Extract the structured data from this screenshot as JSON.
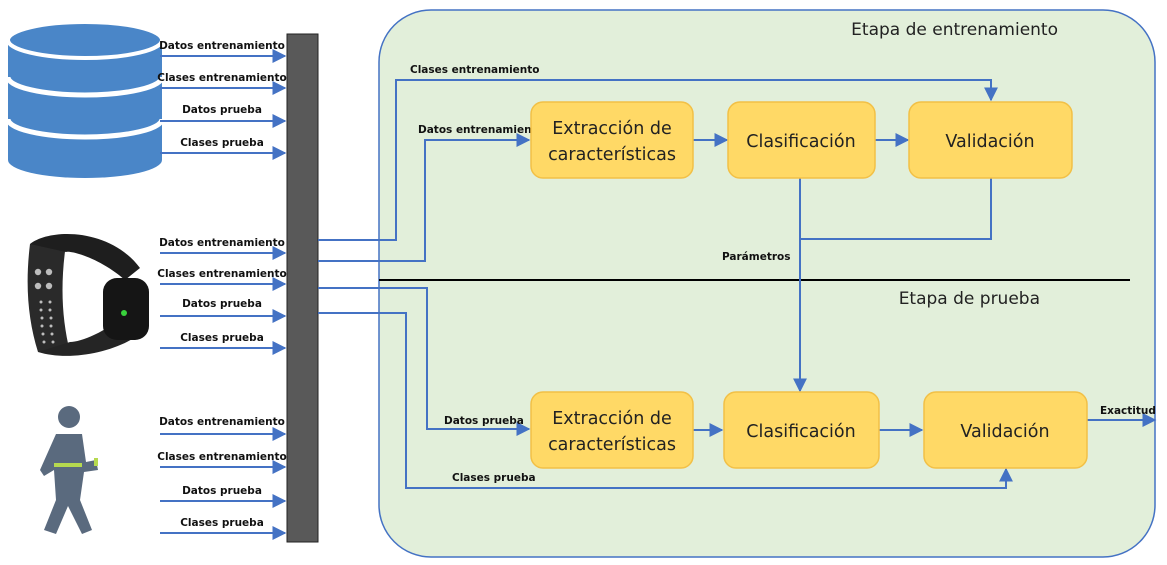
{
  "diagram": {
    "stages": {
      "training": "Etapa de entrenamiento",
      "testing": "Etapa de prueba"
    },
    "sources": {
      "database": {
        "icon": "database-icon",
        "inputs": [
          "Datos entrenamiento",
          "Clases entrenamiento",
          "Datos prueba",
          "Clases prueba"
        ]
      },
      "wristband": {
        "icon": "wristband-icon",
        "inputs": [
          "Datos entrenamiento",
          "Clases entrenamiento",
          "Datos prueba",
          "Clases prueba"
        ]
      },
      "person": {
        "icon": "person-icon",
        "inputs": [
          "Datos entrenamiento",
          "Clases entrenamiento",
          "Datos prueba",
          "Clases prueba"
        ]
      }
    },
    "training_flow": {
      "classes_label": "Clases entrenamiento",
      "data_label": "Datos entrenamiento",
      "feature_extraction": [
        "Extracción de",
        "características"
      ],
      "classification": "Clasificación",
      "validation": "Validación",
      "parameters_label": "Parámetros"
    },
    "testing_flow": {
      "data_label": "Datos prueba",
      "classes_label": "Clases prueba",
      "feature_extraction": [
        "Extracción de",
        "características"
      ],
      "classification": "Clasificación",
      "validation": "Validación",
      "output_label": "Exactitud"
    },
    "colors": {
      "arrow": "#4472c4",
      "process_box": "#ffd966",
      "process_border": "#f2c046",
      "panel": "#e2efda",
      "panel_border": "#4472c4",
      "bus": "#595959",
      "database": "#4a86c8"
    }
  }
}
